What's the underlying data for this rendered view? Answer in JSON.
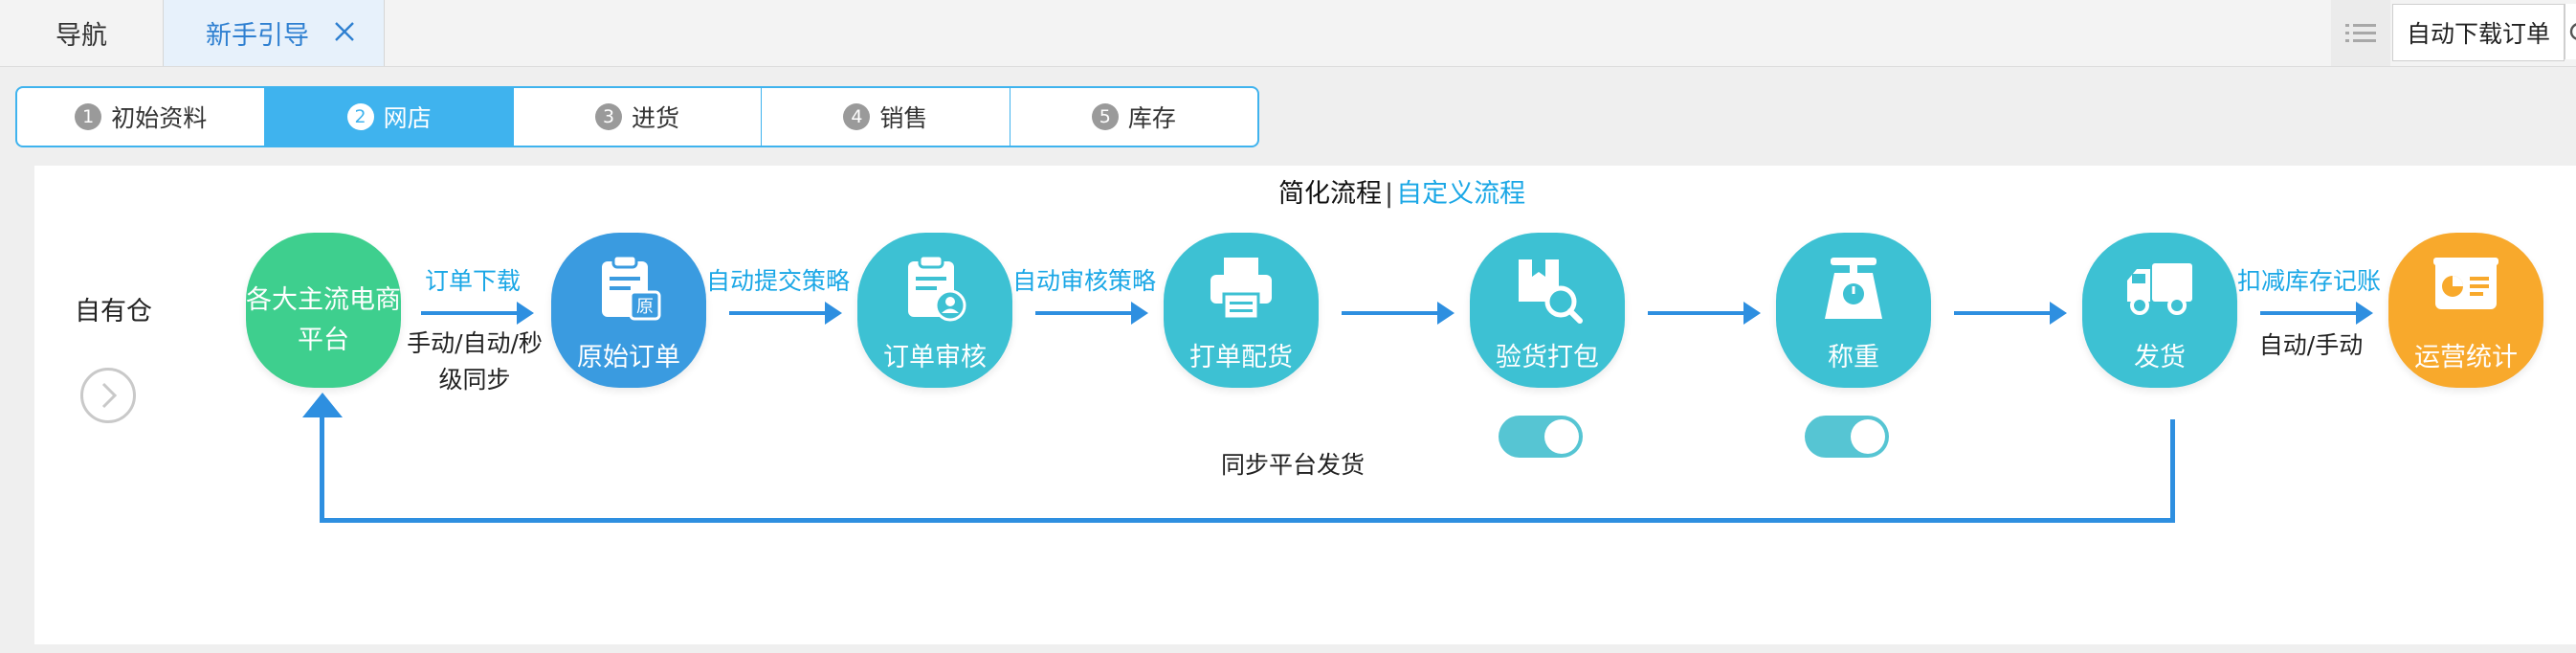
{
  "tabs": {
    "nav_label": "导航",
    "active_label": "新手引导",
    "download_button": "自动下载订单"
  },
  "steps": [
    {
      "num": "1",
      "label": "初始资料",
      "active": false
    },
    {
      "num": "2",
      "label": "网店",
      "active": true
    },
    {
      "num": "3",
      "label": "进货",
      "active": false
    },
    {
      "num": "4",
      "label": "销售",
      "active": false
    },
    {
      "num": "5",
      "label": "库存",
      "active": false
    }
  ],
  "flow": {
    "mode_simple": "简化流程",
    "mode_separator": "|",
    "mode_custom": "自定义流程",
    "own_warehouse": "自有仓",
    "nodes": {
      "platform_line1": "各大主流电商",
      "platform_line2": "平台",
      "raw_order": "原始订单",
      "order_review": "订单审核",
      "print_pick": "打单配货",
      "inspect_pack": "验货打包",
      "weigh": "称重",
      "ship": "发货",
      "stats": "运营统计"
    },
    "arrows": {
      "order_download": "订单下载",
      "sync_mode_line1": "手动/自动/秒",
      "sync_mode_line2": "级同步",
      "auto_submit": "自动提交策略",
      "auto_review": "自动审核策略",
      "deduct_stock": "扣减库存记账",
      "auto_manual": "自动/手动"
    },
    "sync_platform_ship": "同步平台发货"
  },
  "colors": {
    "accent": "#3fb3ee",
    "link": "#1aa7e6",
    "arrow": "#2e8fe0",
    "node_green": "#3ecf8e",
    "node_blue": "#3a9be0",
    "node_cyan": "#3dc1d3",
    "node_orange": "#f8a92c"
  }
}
